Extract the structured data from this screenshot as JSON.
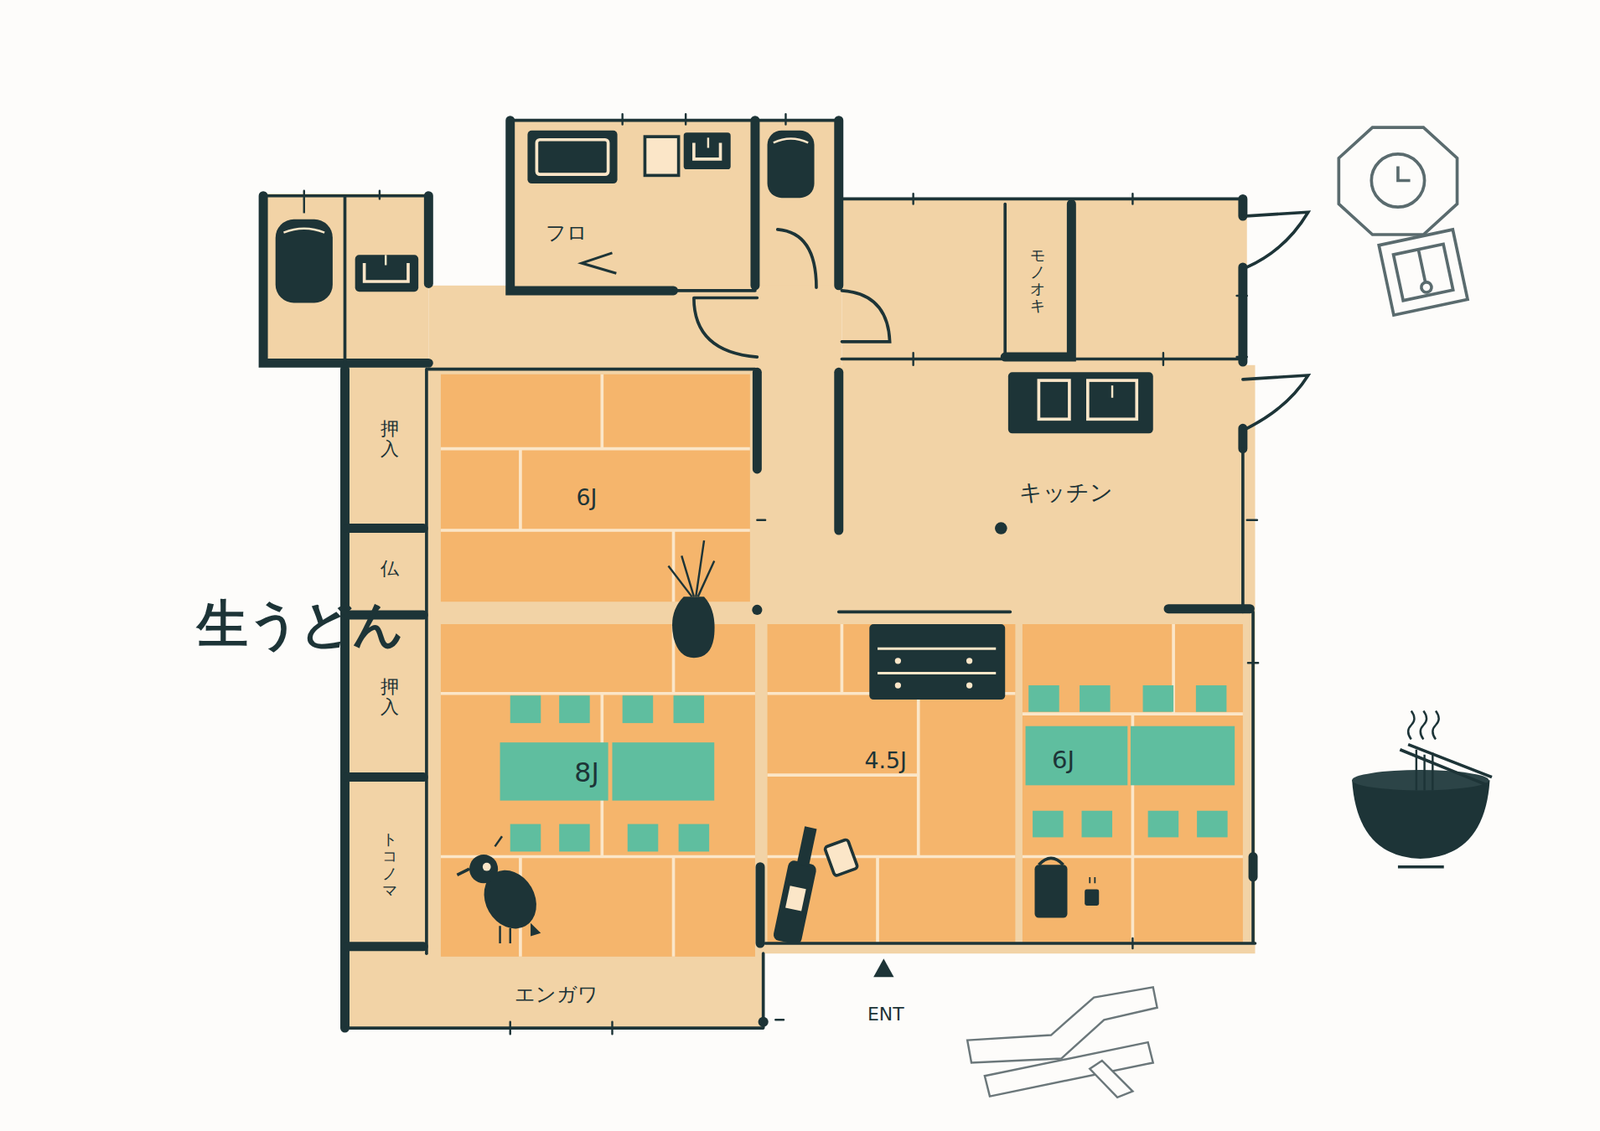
{
  "diagram": {
    "nodes": [
      {
        "text": [
          "フロ"
        ]
      },
      {
        "text": [
          "モノオキ"
        ]
      },
      {
        "text": [
          "キッチン"
        ]
      },
      {
        "text": [
          "6J"
        ]
      },
      {
        "text": [
          "押入"
        ]
      },
      {
        "text": [
          "仏"
        ]
      },
      {
        "text": [
          "押入"
        ]
      },
      {
        "text": [
          "8J"
        ]
      },
      {
        "text": [
          "4.5J"
        ]
      },
      {
        "text": [
          "6J"
        ]
      },
      {
        "text": [
          "トコノマ"
        ]
      },
      {
        "text": [
          "エンガワ"
        ]
      }
    ],
    "labels": [
      "生うどん",
      "ENT"
    ]
  }
}
